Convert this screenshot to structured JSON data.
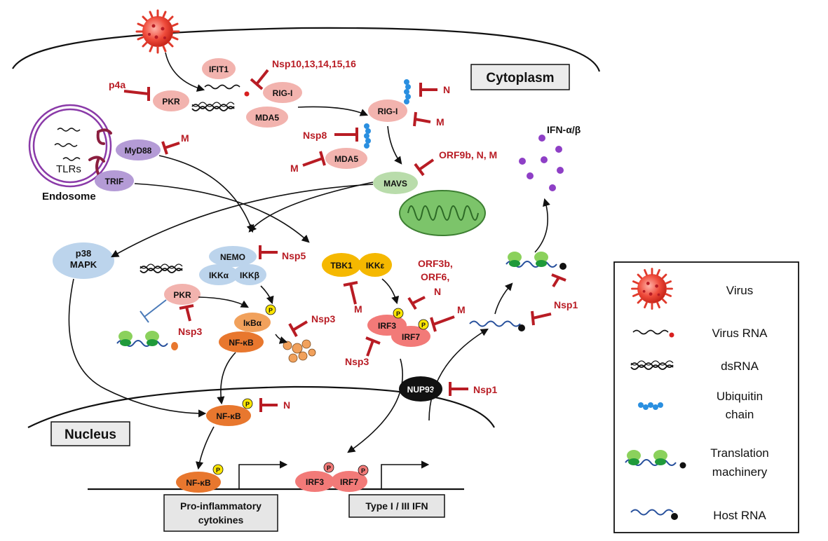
{
  "compartments": {
    "cytoplasm": "Cytoplasm",
    "nucleus": "Nucleus",
    "endosome": "Endosome",
    "tlrs": "TLRs"
  },
  "proteins": {
    "ifit1": "IFIT1",
    "pkr": "PKR",
    "rig_i": "RIG-I",
    "mda5": "MDA5",
    "myd88": "MyD88",
    "trif": "TRIF",
    "mavs": "MAVS",
    "p38": "p38",
    "mapk": "MAPK",
    "nemo": "NEMO",
    "ikka": "IKKα",
    "ikkb": "IKKβ",
    "tbk1": "TBK1",
    "ikke": "IKKε",
    "ikba": "IκBα",
    "nfkb": "NF-κB",
    "irf3": "IRF3",
    "irf7": "IRF7",
    "nup93": "NUP93",
    "phospho": "P"
  },
  "inhibitors": {
    "p4a": "p4a",
    "nsp10": "Nsp10,13,14,15,16",
    "n": "N",
    "m": "M",
    "nsp8": "Nsp8",
    "orf9b": "ORF9b, N, M",
    "nsp5": "Nsp5",
    "orf3b_1": "ORF3b,",
    "orf3b_2": "ORF6,",
    "orf3b_3": "N",
    "nsp3": "Nsp3",
    "nsp1": "Nsp1"
  },
  "outputs": {
    "ifn": "IFN-α/β",
    "pro_inflam_1": "Pro-inflammatory",
    "pro_inflam_2": "cytokines",
    "type_ifn": "Type I / III IFN"
  },
  "legend": {
    "items": [
      {
        "label_1": "Virus",
        "label_2": "",
        "icon": "virus-icon"
      },
      {
        "label_1": "Virus RNA",
        "label_2": "",
        "icon": "virus-rna-icon"
      },
      {
        "label_1": "dsRNA",
        "label_2": "",
        "icon": "dsrna-icon"
      },
      {
        "label_1": "Ubiquitin",
        "label_2": "chain",
        "icon": "ubiquitin-chain-icon"
      },
      {
        "label_1": "Translation",
        "label_2": "machinery",
        "icon": "translation-machinery-icon"
      },
      {
        "label_1": "Host RNA",
        "label_2": "",
        "icon": "host-rna-icon"
      }
    ]
  },
  "colors": {
    "inhibitor_red": "#b81c24",
    "pink_protein": "#f2b3ae",
    "purple_protein": "#b49bd6",
    "blue_protein": "#bcd4ec",
    "orange_protein": "#e8772e",
    "yellow_protein": "#f5b800",
    "green_mavs": "#b9dcab",
    "mito_green": "#7cc46a",
    "ifn_purple": "#8e3fc6",
    "ubiquitin_blue": "#2a8fe0"
  }
}
